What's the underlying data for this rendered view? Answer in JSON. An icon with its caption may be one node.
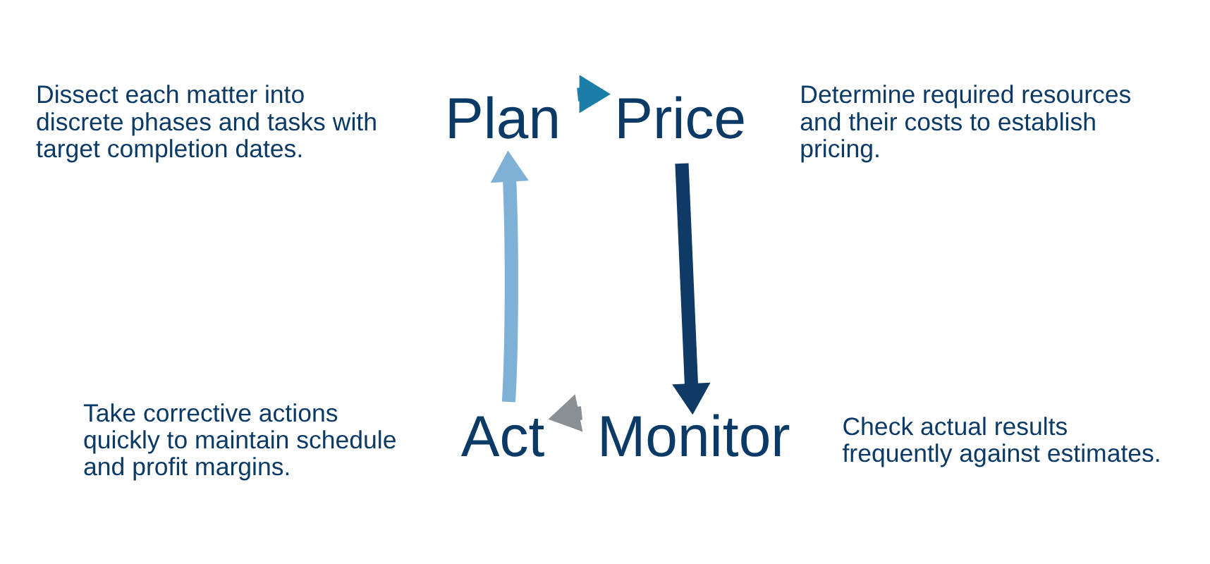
{
  "diagram": {
    "nodes": [
      {
        "text": [
          "Plan"
        ],
        "beside": [
          "Dissect each matter into discrete phases and tasks with target completion dates."
        ]
      },
      {
        "text": [
          "Price"
        ],
        "beside": [
          "Determine required resources and their costs to establish pricing."
        ]
      },
      {
        "text": [
          "Monitor"
        ],
        "beside": [
          "Check actual results frequently against estimates."
        ]
      },
      {
        "text": [
          "Act"
        ],
        "beside": [
          "Take corrective actions quickly to maintain schedule and profit margins."
        ]
      }
    ],
    "edges": [
      {
        "from": 0,
        "to": 1,
        "arrow": "to",
        "color": "#1a7ea6"
      },
      {
        "from": 1,
        "to": 2,
        "arrow": "to",
        "color": "#0f3a66"
      },
      {
        "from": 2,
        "to": 3,
        "arrow": "to",
        "color": "#8a8f94"
      },
      {
        "from": 3,
        "to": 0,
        "arrow": "to",
        "color": "#7fb0d6"
      }
    ]
  }
}
